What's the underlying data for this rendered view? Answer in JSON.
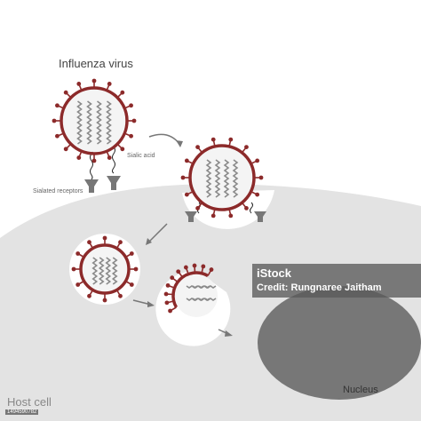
{
  "labels": {
    "virus": "Influenza virus",
    "sialic_acid": "Sialic acid",
    "receptors": "Sialated receptors",
    "host_cell": "Host cell",
    "nucleus": "Nucleus"
  },
  "watermark": {
    "brand": "iStock",
    "credit": "Credit: Rungnaree Jaitham",
    "image_id": "1494590782"
  },
  "colors": {
    "capsid": "#8c2a2a",
    "envelope_fill": "#f4f4f4",
    "genome": "#8a8a8a",
    "host_cell": "#e3e3e3",
    "nucleus": "#777777",
    "arrow": "#777777"
  }
}
